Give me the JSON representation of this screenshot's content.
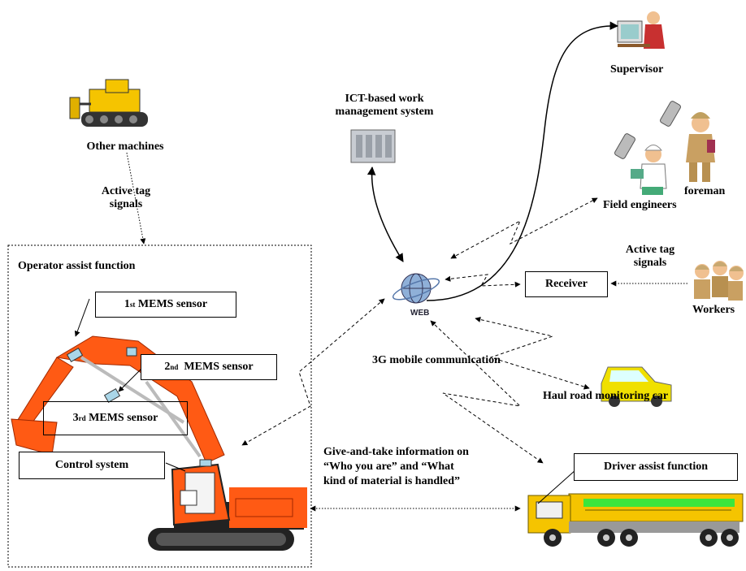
{
  "labels": {
    "other_machines": "Other machines",
    "active_tag_signals_left": [
      "Active tag",
      "signals"
    ],
    "ict_system": [
      "ICT-based work",
      "management system"
    ],
    "supervisor": "Supervisor",
    "foreman": "foreman",
    "field_engineers": "Field engineers",
    "active_tag_signals_right": [
      "Active tag",
      "signals"
    ],
    "workers": "Workers",
    "receiver": "Receiver",
    "web": "WEB",
    "mobile_comm": "3G mobile communication",
    "haul_road_car": "Haul road monitoring car",
    "operator_assist": "Operator assist function",
    "mems1": {
      "num": "1",
      "sup": "st",
      "text": " MEMS sensor"
    },
    "mems2": {
      "num": "2",
      "sup": "nd",
      "text": "  MEMS sensor"
    },
    "mems3": {
      "num": "3",
      "sup": "rd",
      "text": " MEMS sensor"
    },
    "control_system": "Control system",
    "driver_assist": "Driver assist function",
    "give_take": [
      "Give-and-take information on",
      "“Who you are” and “What",
      "kind of  material is handled”"
    ]
  },
  "colors": {
    "excavator": "#ff5a14",
    "machine_yellow": "#f5c400",
    "dump_green": "#3ce63c",
    "car_yellow": "#f0e000"
  }
}
